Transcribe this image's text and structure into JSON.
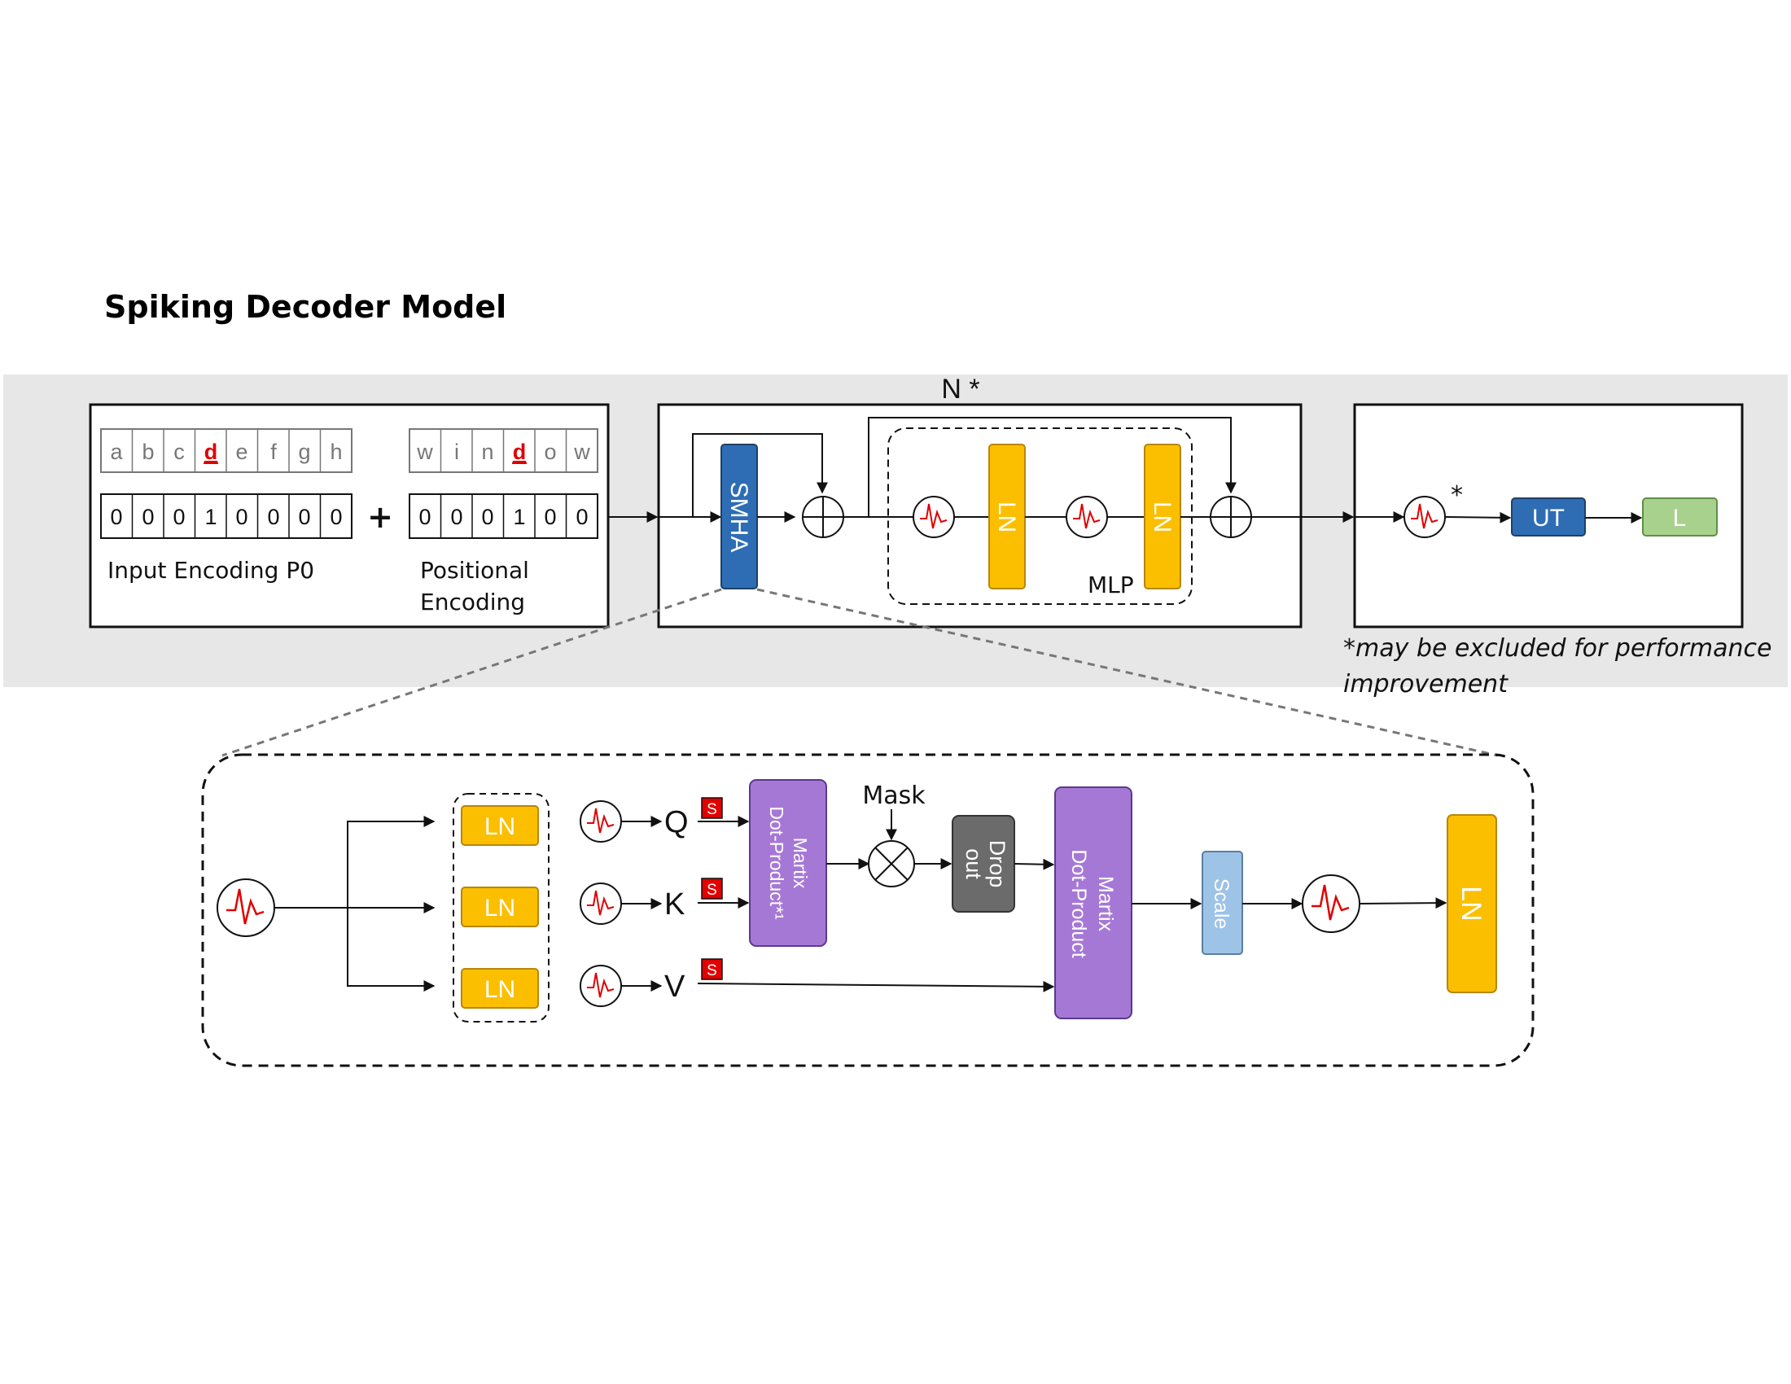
{
  "title": "Spiking Decoder Model",
  "input_encoding": {
    "letters": [
      "a",
      "b",
      "c",
      "d",
      "e",
      "f",
      "g",
      "h"
    ],
    "highlight_letter_index": 3,
    "bits": [
      "0",
      "0",
      "0",
      "1",
      "0",
      "0",
      "0",
      "0"
    ],
    "label": "Input Encoding P0"
  },
  "plus": "+",
  "positional_encoding": {
    "letters": [
      "w",
      "i",
      "n",
      "d",
      "o",
      "w"
    ],
    "highlight_letter_index": 3,
    "bits": [
      "0",
      "0",
      "0",
      "1",
      "0",
      "0"
    ],
    "label_line1": "Positional",
    "label_line2": "Encoding"
  },
  "decoder_block": {
    "repeat_label": "N *",
    "smha_label": "SMHA",
    "ln1_label": "LN",
    "ln2_label": "LN",
    "mlp_label": "MLP"
  },
  "output_block": {
    "asterisk": "*",
    "ut_label": "UT",
    "l_label": "L"
  },
  "footnote_line1": "*may be excluded for performance",
  "footnote_line2": "improvement",
  "smha_detail": {
    "ln_labels": [
      "LN",
      "LN",
      "LN"
    ],
    "q_label": "Q",
    "k_label": "K",
    "v_label": "V",
    "s_badge": "S",
    "matmul1_line1": "Martix",
    "matmul1_line2": "Dot-Product*¹",
    "mask_label": "Mask",
    "dropout_line1": "Drop",
    "dropout_line2": "out",
    "matmul2_line1": "Martix",
    "matmul2_line2": "Dot-Product",
    "scale_label": "Scale",
    "ln_out_label": "LN"
  },
  "colors": {
    "band": "#e6e7e6",
    "smha_blue": "#2e6db4",
    "ln_yellow": "#fbbf00",
    "ut_blue": "#2e6db4",
    "l_green": "#a8d18d",
    "purple": "#a678d6",
    "dropout_gray": "#6b6b6b",
    "scale_blue": "#9dc3e6",
    "spike_red": "#e00000",
    "s_badge_red": "#e00000"
  }
}
